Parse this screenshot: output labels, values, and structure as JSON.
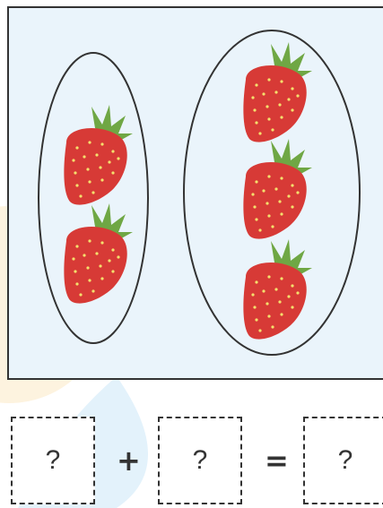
{
  "scene": {
    "groups": [
      {
        "name": "left-group",
        "count": 2
      },
      {
        "name": "right-group",
        "count": 3
      }
    ],
    "fruit_icon": "strawberry",
    "colors": {
      "panel_background": "#eaf4fb",
      "strawberry_red": "#d73a36",
      "leaf_green": "#6fa744",
      "outline": "#333333"
    }
  },
  "equation": {
    "box1": "?",
    "plus": "+",
    "box2": "?",
    "equals": "=",
    "box3": "?"
  }
}
